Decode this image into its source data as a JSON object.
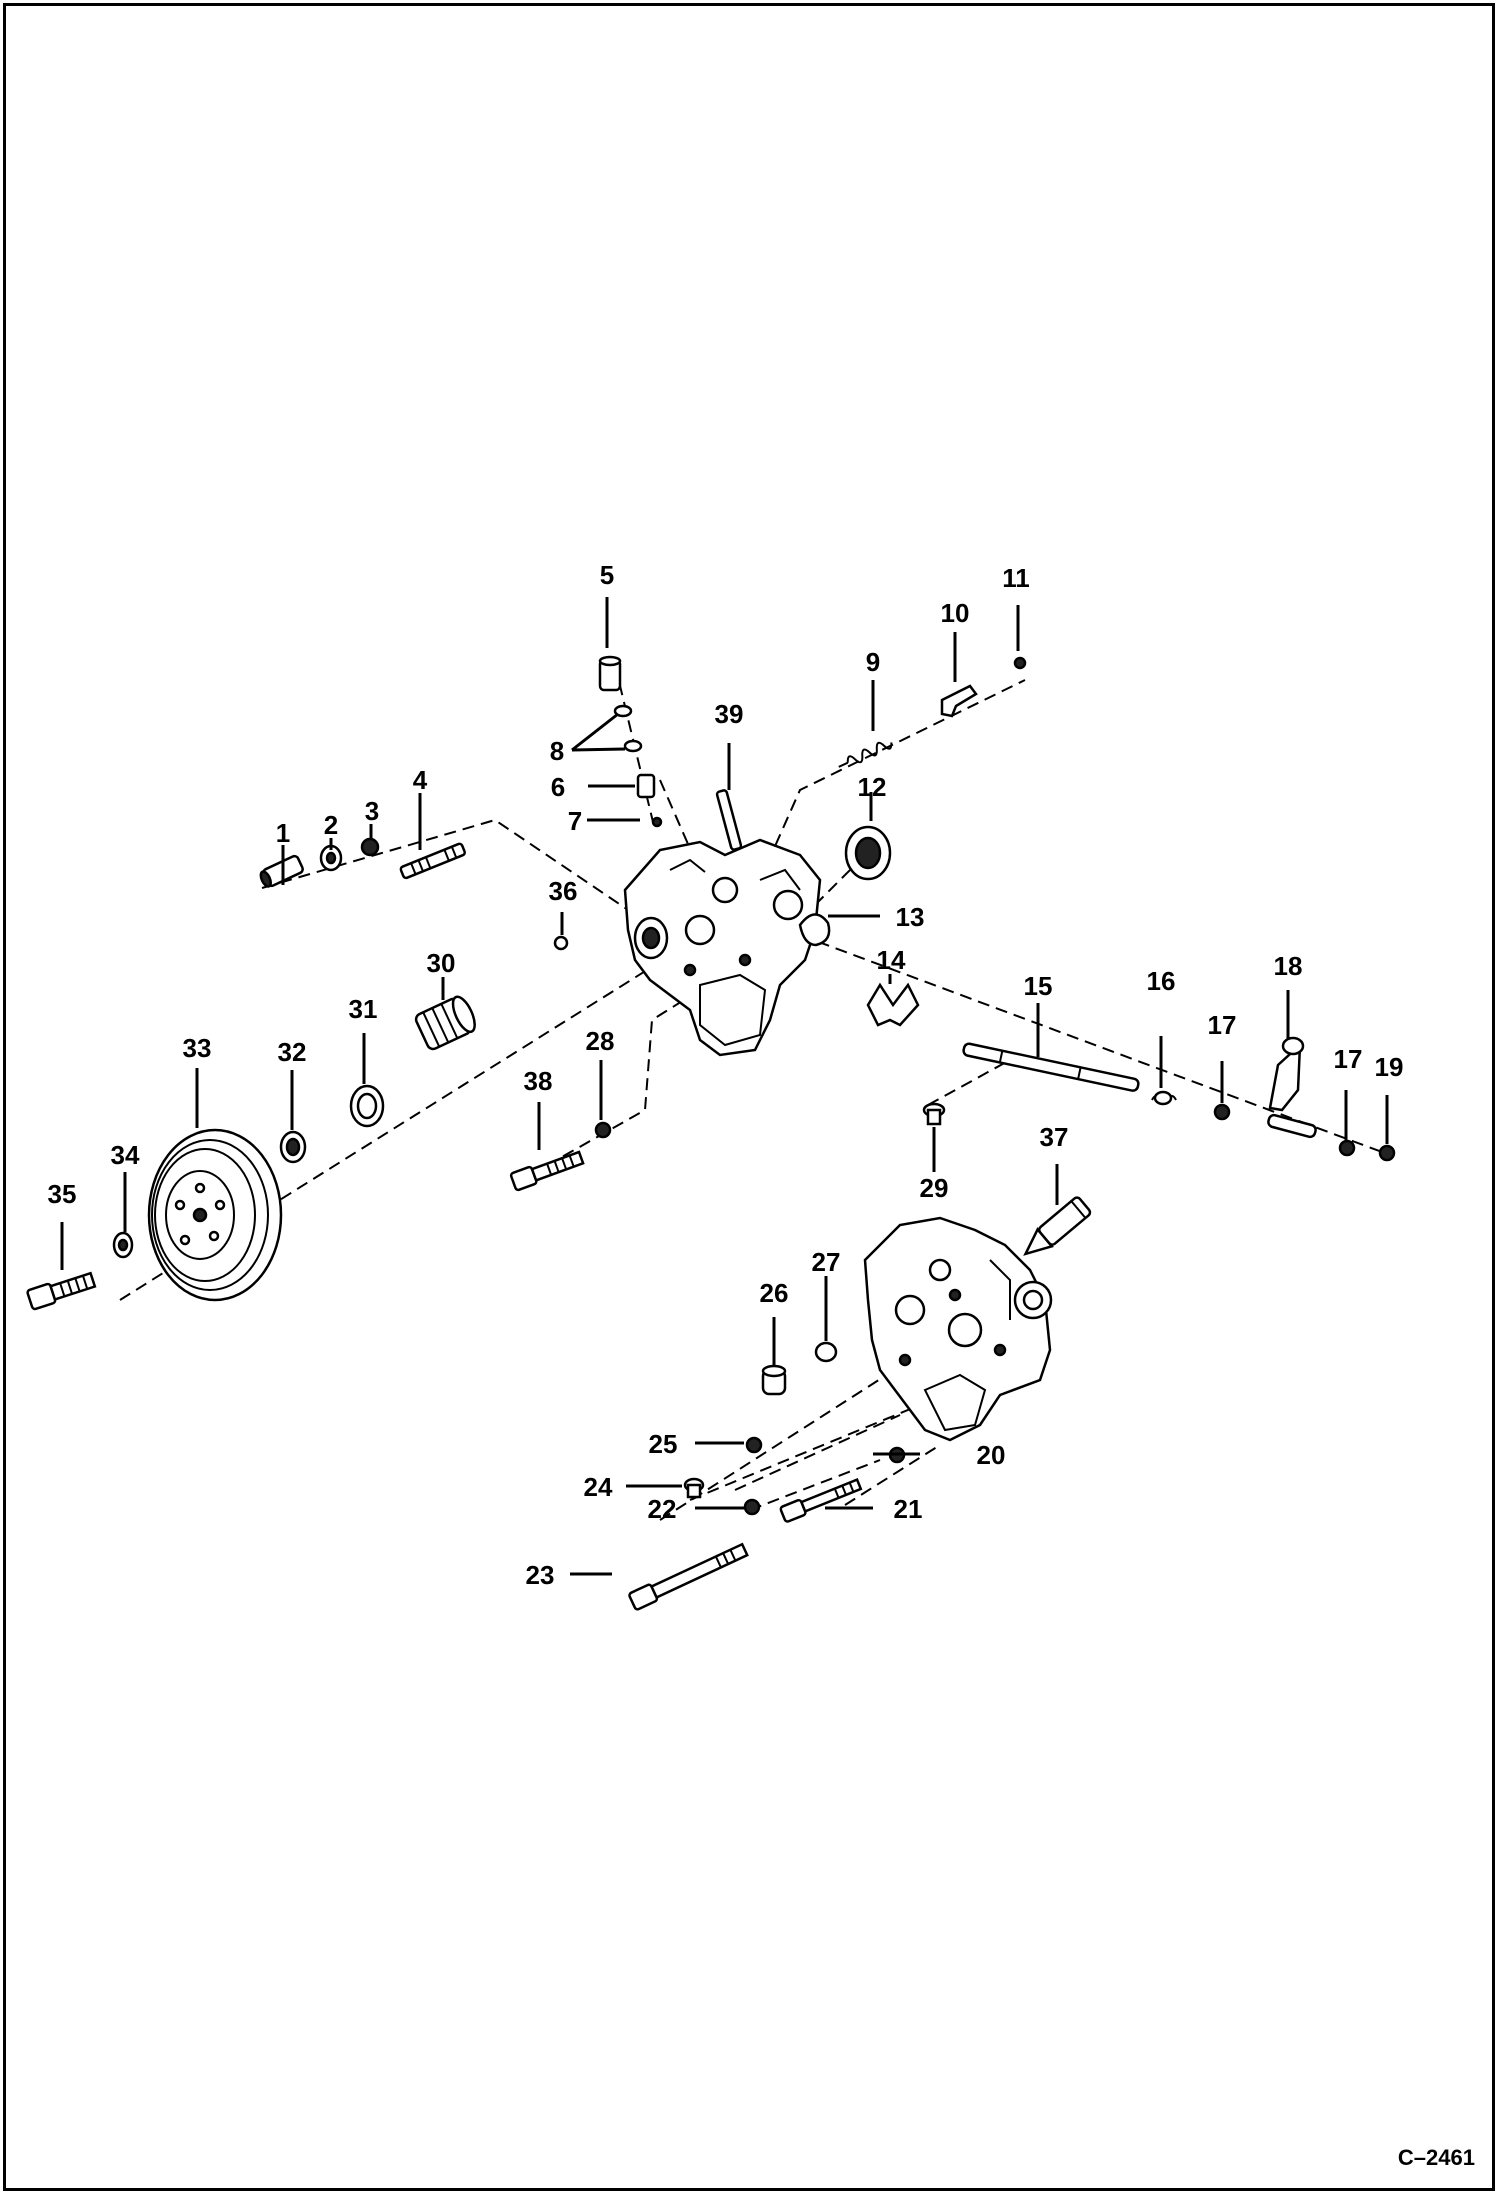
{
  "diagram": {
    "figure_id": "C–2461",
    "callouts": {
      "1": "1",
      "2": "2",
      "3": "3",
      "4": "4",
      "5": "5",
      "6": "6",
      "7": "7",
      "8": "8",
      "9": "9",
      "10": "10",
      "11": "11",
      "12": "12",
      "13": "13",
      "14": "14",
      "15": "15",
      "16": "16",
      "17a": "17",
      "17b": "17",
      "18": "18",
      "19": "19",
      "20": "20",
      "21": "21",
      "22": "22",
      "23": "23",
      "24": "24",
      "25": "25",
      "26": "26",
      "27": "27",
      "28": "28",
      "29": "29",
      "30": "30",
      "31": "31",
      "32": "32",
      "33": "33",
      "34": "34",
      "35": "35",
      "36": "36",
      "37": "37",
      "38": "38",
      "39": "39"
    }
  }
}
